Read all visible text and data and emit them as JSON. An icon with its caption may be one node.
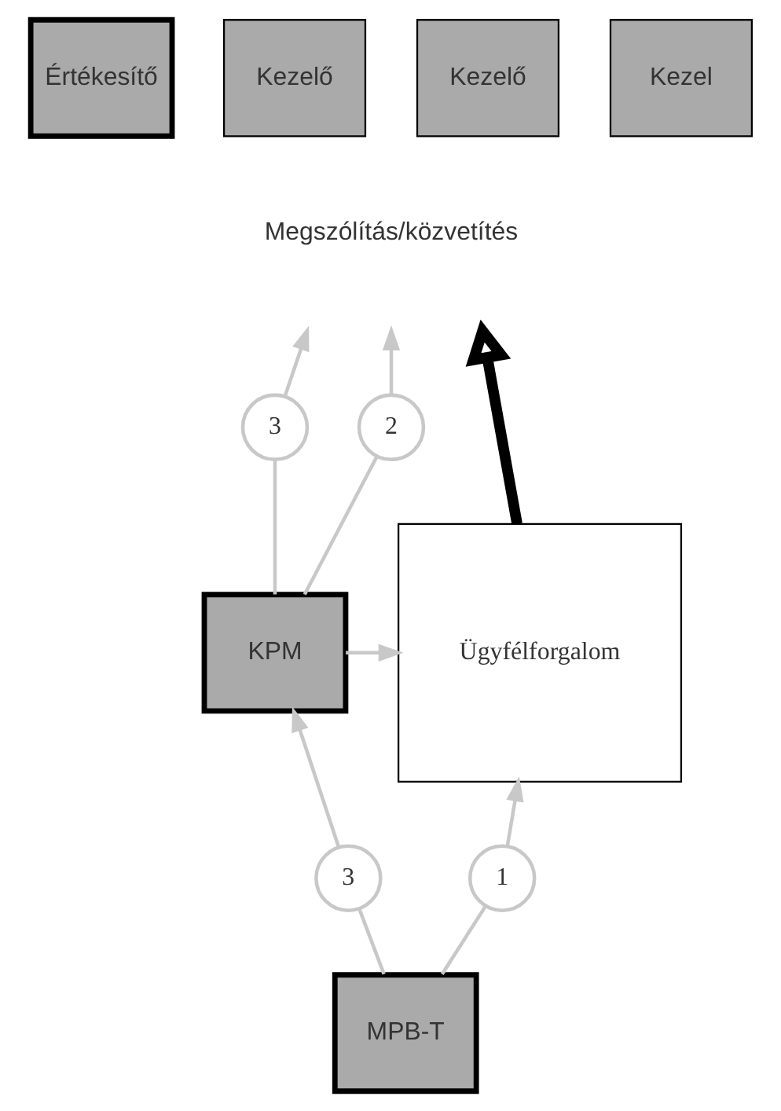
{
  "diagram": {
    "nodes": [
      {
        "text": [
          "Értékesítő"
        ]
      },
      {
        "text": [
          "Kezelő"
        ]
      },
      {
        "text": [
          "Kezelő"
        ]
      },
      {
        "text": [
          "Kezel"
        ]
      },
      {
        "text": [
          "3"
        ]
      },
      {
        "text": [
          "2"
        ]
      },
      {
        "text": [
          "Ügyfélforgalom"
        ]
      },
      {
        "text": [
          "KPM"
        ]
      },
      {
        "text": [
          "3"
        ]
      },
      {
        "text": [
          "1"
        ]
      },
      {
        "text": [
          "MPB-T"
        ]
      }
    ],
    "edges": [
      {
        "from": 7,
        "to": 4,
        "arrow": "none"
      },
      {
        "from": 4,
        "to": null,
        "arrow": "to"
      },
      {
        "from": 7,
        "to": 5,
        "arrow": "none"
      },
      {
        "from": 5,
        "to": null,
        "arrow": "to"
      },
      {
        "from": 6,
        "to": null,
        "arrow": "to",
        "style": "thick",
        "color": "#000000"
      },
      {
        "from": 7,
        "to": 6,
        "arrow": "to"
      },
      {
        "from": 10,
        "to": 8,
        "arrow": "none"
      },
      {
        "from": 8,
        "to": 7,
        "arrow": "to"
      },
      {
        "from": 10,
        "to": 9,
        "arrow": "none"
      },
      {
        "from": 9,
        "to": 6,
        "arrow": "to"
      }
    ],
    "labels": [
      "Megszólítás/közvetítés"
    ]
  }
}
